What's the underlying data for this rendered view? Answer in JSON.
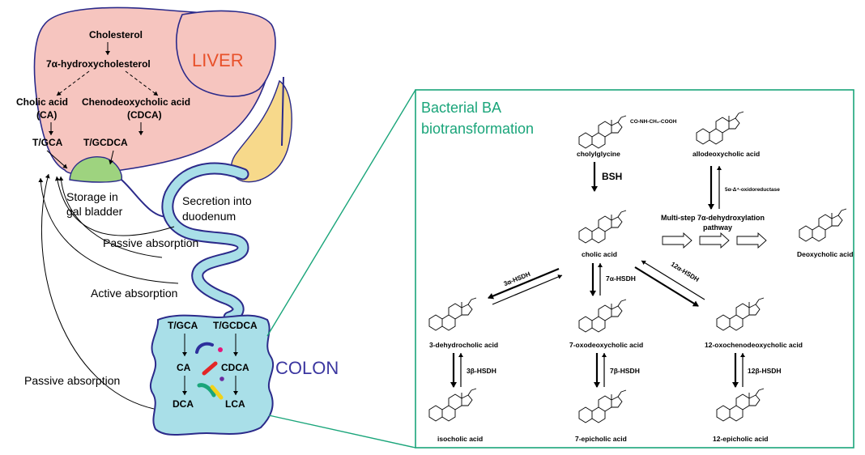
{
  "liver": {
    "label": "LIVER",
    "cholesterol": "Cholesterol",
    "hydroxy": "7α-hydroxycholesterol",
    "ca": "Cholic acid",
    "ca_abbr": "(CA)",
    "cdca": "Chenodeoxycholic acid",
    "cdca_abbr": "(CDCA)",
    "tgca": "T/GCA",
    "tgcdca": "T/GCDCA"
  },
  "flow": {
    "storage_1": "Storage in",
    "storage_2": "gal bladder",
    "secretion_1": "Secretion into",
    "secretion_2": "duodenum",
    "passive_top": "Passive absorption",
    "active": "Active absorption",
    "passive_bottom": "Passive absorption"
  },
  "colon": {
    "label": "COLON",
    "tgca": "T/GCA",
    "tgcdca": "T/GCDCA",
    "ca": "CA",
    "cdca": "CDCA",
    "dca": "DCA",
    "lca": "LCA"
  },
  "panel": {
    "title_1": "Bacterial BA",
    "title_2": "biotransformation",
    "cholylglycine": "cholylglycine",
    "cholylglycine_sub": "CO-NH-CH₂-COOH",
    "bsh": "BSH",
    "allodeoxycholic": "allodeoxycholic acid",
    "oxidoreductase": "5α-Δ⁴-oxidoreductase",
    "multistep_1": "Multi-step 7α-dehydroxylation",
    "multistep_2": "pathway",
    "cholic": "cholic acid",
    "deoxycholic": "Deoxycholic acid",
    "hsdh_3a": "3α-HSDH",
    "hsdh_7a": "7α-HSDH",
    "hsdh_12a": "12α-HSDH",
    "dehydrocholic": "3-dehydrocholic acid",
    "oxodeoxycholic": "7-oxodeoxycholic acid",
    "oxochenodeoxycholic": "12-oxochenodeoxycholic acid",
    "hsdh_3b": "3β-HSDH",
    "hsdh_7b": "7β-HSDH",
    "hsdh_12b": "12β-HSDH",
    "isocholic": "isocholic acid",
    "epicholic7": "7-epicholic acid",
    "epicholic12": "12-epicholic acid"
  },
  "colors": {
    "liver": "#f6c5bf",
    "gallbladder": "#9ed37f",
    "pancreas": "#f7d98b",
    "intestine": "#a9dfe8",
    "outline": "#2b2a8a",
    "liver_label": "#e8512a",
    "colon_label": "#3b36a0",
    "panel": "#1aa57a"
  }
}
